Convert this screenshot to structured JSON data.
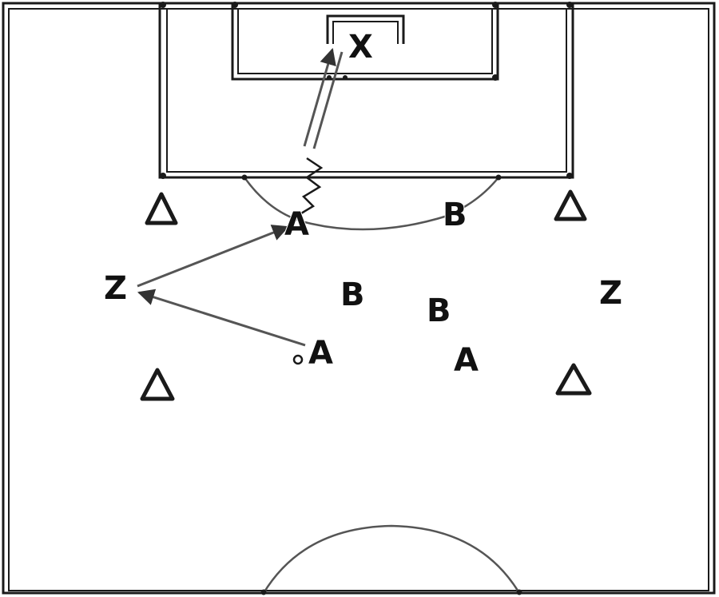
{
  "labels": {
    "goal_target": "X",
    "player_a_top": "A",
    "player_a_start": "A",
    "player_a_right": "A",
    "player_b_arc": "B",
    "player_b_left": "B",
    "player_b_mid": "B",
    "player_z_left": "Z",
    "player_z_right": "Z"
  },
  "icons": {
    "cone": "triangle-cone-icon",
    "ball": "ball-icon"
  },
  "colors": {
    "lines": "#1a1a1a",
    "pass_arrows": "#555555",
    "background": "#ffffff"
  }
}
